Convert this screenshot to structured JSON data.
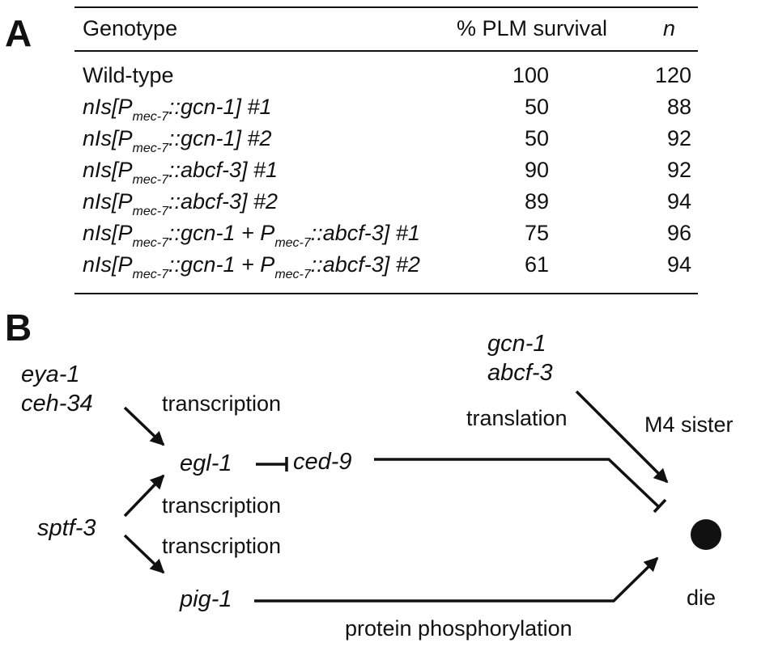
{
  "panel_a": {
    "letter": "A",
    "headers": {
      "genotype": "Genotype",
      "survival": "% PLM survival",
      "n": "n"
    },
    "rows": [
      {
        "genotype": "Wild-type",
        "italic": false,
        "survival": "100",
        "n": "120"
      },
      {
        "genotype": [
          [
            "nIs[P",
            ""
          ],
          [
            "mec-7",
            "sub"
          ],
          [
            "::gcn-1] #1",
            ""
          ]
        ],
        "italic": true,
        "survival": "50",
        "n": "88"
      },
      {
        "genotype": [
          [
            "nIs[P",
            ""
          ],
          [
            "mec-7",
            "sub"
          ],
          [
            "::gcn-1] #2",
            ""
          ]
        ],
        "italic": true,
        "survival": "50",
        "n": "92"
      },
      {
        "genotype": [
          [
            "nIs[P",
            ""
          ],
          [
            "mec-7",
            "sub"
          ],
          [
            "::abcf-3] #1",
            ""
          ]
        ],
        "italic": true,
        "survival": "90",
        "n": "92"
      },
      {
        "genotype": [
          [
            "nIs[P",
            ""
          ],
          [
            "mec-7",
            "sub"
          ],
          [
            "::abcf-3] #2",
            ""
          ]
        ],
        "italic": true,
        "survival": "89",
        "n": "94"
      },
      {
        "genotype": [
          [
            "nIs[P",
            ""
          ],
          [
            "mec-7",
            "sub"
          ],
          [
            "::gcn-1 + P",
            ""
          ],
          [
            "mec-7",
            "sub"
          ],
          [
            "::abcf-3] #1",
            ""
          ]
        ],
        "italic": true,
        "survival": "75",
        "n": "96"
      },
      {
        "genotype": [
          [
            "nIs[P",
            ""
          ],
          [
            "mec-7",
            "sub"
          ],
          [
            "::gcn-1 + P",
            ""
          ],
          [
            "mec-7",
            "sub"
          ],
          [
            "::abcf-3] #2",
            ""
          ]
        ],
        "italic": true,
        "survival": "61",
        "n": "94"
      }
    ]
  },
  "panel_b": {
    "letter": "B",
    "genes": {
      "eya1": "eya-1",
      "ceh34": "ceh-34",
      "sptf3": "sptf-3",
      "egl1": "egl-1",
      "ced9": "ced-9",
      "pig1": "pig-1",
      "gcn1": "gcn-1",
      "abcf3": "abcf-3"
    },
    "processes": {
      "transcription_top": "transcription",
      "transcription_mid": "transcription",
      "transcription_low": "transcription",
      "translation": "translation",
      "phosphorylation": "protein phosphorylation"
    },
    "cell": {
      "label": "M4 sister",
      "outcome": "die"
    }
  }
}
